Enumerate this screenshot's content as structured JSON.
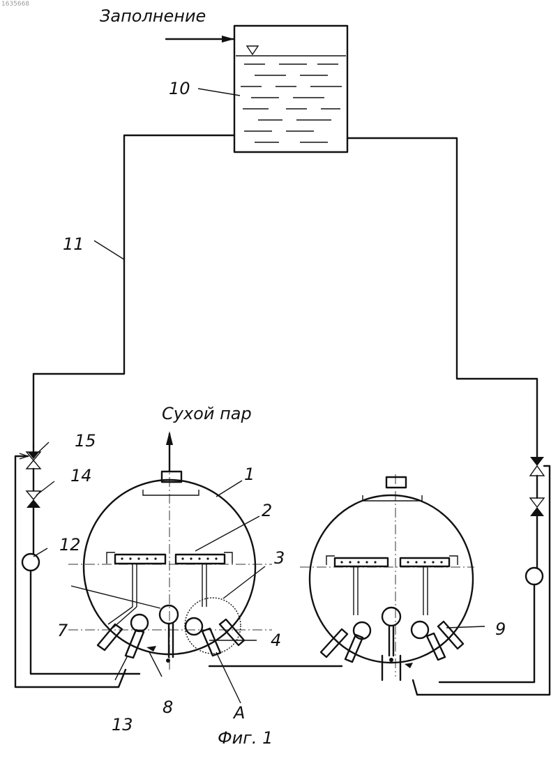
{
  "labels": {
    "fill": "Заполнение",
    "dry_steam": "Сухой пар",
    "n1": "1",
    "n2": "2",
    "n3": "3",
    "n4": "4",
    "n7": "7",
    "n8": "8",
    "n9": "9",
    "n10": "10",
    "n11": "11",
    "n12": "12",
    "n13": "13",
    "n14": "14",
    "n15": "15",
    "a": "A",
    "caption": "Фиг. 1",
    "corner_id": "1635668"
  }
}
